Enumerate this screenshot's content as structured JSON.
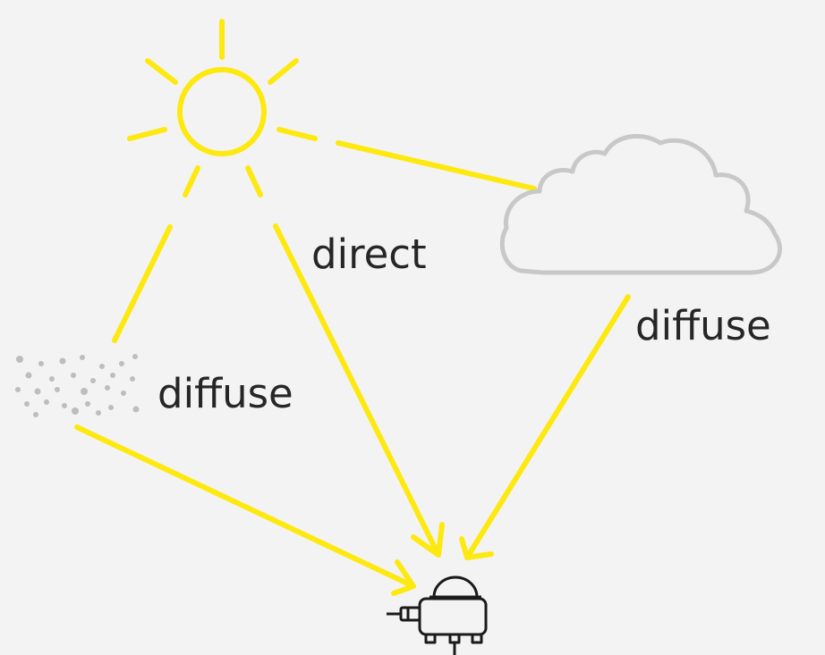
{
  "labels": {
    "direct": "direct",
    "diffuse_cloud": "diffuse",
    "diffuse_particles": "diffuse"
  },
  "colors": {
    "background": "#f3f3f3",
    "sun_ray": "#fde910",
    "cloud": "#c8c8c8",
    "particles": "#bdbdbd",
    "sensor": "#1a1a1a",
    "text": "#262626"
  },
  "icons": [
    "sun-icon",
    "cloud-icon",
    "particles-icon",
    "pyranometer-sensor-icon"
  ]
}
